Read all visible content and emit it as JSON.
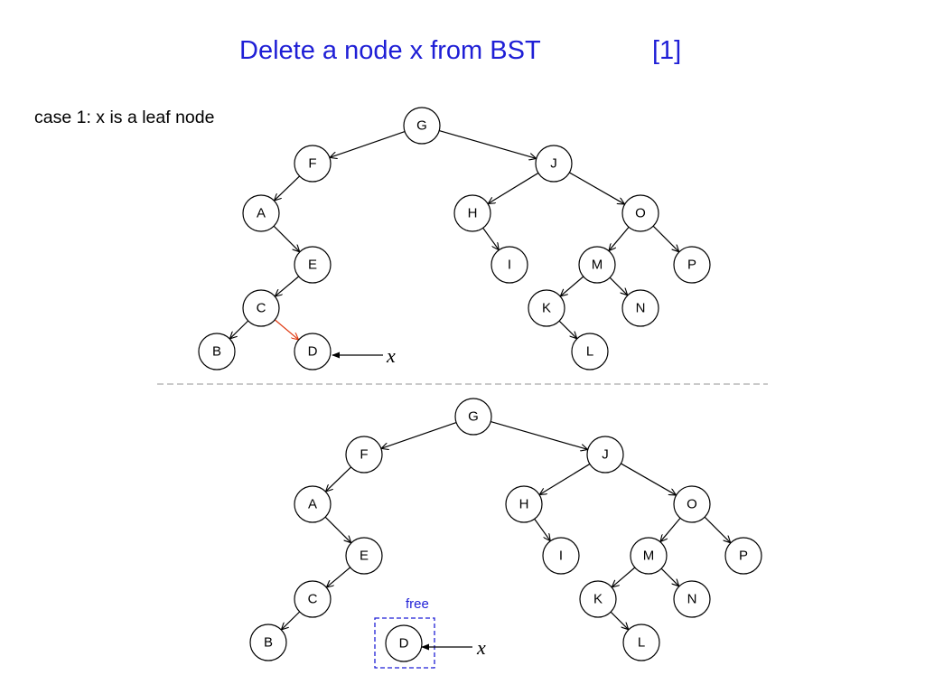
{
  "title": {
    "main": "Delete a node x from BST",
    "ref": "[1]"
  },
  "case_label": "case 1: x is a leaf node",
  "colors": {
    "title": "#1f1fd6",
    "highlight": "#e03a12",
    "free_box": "#1f1fd6",
    "separator": "#aaaaaa"
  },
  "pointer_label": "x",
  "free_label": "free",
  "trees": [
    {
      "name": "before",
      "nodes": [
        {
          "id": "G",
          "label": "G"
        },
        {
          "id": "F",
          "label": "F"
        },
        {
          "id": "J",
          "label": "J"
        },
        {
          "id": "A",
          "label": "A"
        },
        {
          "id": "H",
          "label": "H"
        },
        {
          "id": "O",
          "label": "O"
        },
        {
          "id": "E",
          "label": "E"
        },
        {
          "id": "I",
          "label": "I"
        },
        {
          "id": "M",
          "label": "M"
        },
        {
          "id": "P",
          "label": "P"
        },
        {
          "id": "C",
          "label": "C"
        },
        {
          "id": "K",
          "label": "K"
        },
        {
          "id": "N",
          "label": "N"
        },
        {
          "id": "B",
          "label": "B"
        },
        {
          "id": "D",
          "label": "D",
          "highlight": true
        },
        {
          "id": "L",
          "label": "L"
        }
      ],
      "edges": [
        [
          "G",
          "F"
        ],
        [
          "G",
          "J"
        ],
        [
          "F",
          "A"
        ],
        [
          "A",
          "E"
        ],
        [
          "E",
          "C"
        ],
        [
          "C",
          "B"
        ],
        [
          "C",
          "D",
          true
        ],
        [
          "J",
          "H"
        ],
        [
          "J",
          "O"
        ],
        [
          "H",
          "I"
        ],
        [
          "O",
          "M"
        ],
        [
          "O",
          "P"
        ],
        [
          "M",
          "K"
        ],
        [
          "M",
          "N"
        ],
        [
          "K",
          "L"
        ]
      ]
    },
    {
      "name": "after",
      "nodes": [
        {
          "id": "G",
          "label": "G"
        },
        {
          "id": "F",
          "label": "F"
        },
        {
          "id": "J",
          "label": "J"
        },
        {
          "id": "A",
          "label": "A"
        },
        {
          "id": "H",
          "label": "H"
        },
        {
          "id": "O",
          "label": "O"
        },
        {
          "id": "E",
          "label": "E"
        },
        {
          "id": "I",
          "label": "I"
        },
        {
          "id": "M",
          "label": "M"
        },
        {
          "id": "P",
          "label": "P"
        },
        {
          "id": "C",
          "label": "C"
        },
        {
          "id": "K",
          "label": "K"
        },
        {
          "id": "N",
          "label": "N"
        },
        {
          "id": "B",
          "label": "B"
        },
        {
          "id": "D",
          "label": "D",
          "highlight": true
        },
        {
          "id": "L",
          "label": "L"
        }
      ],
      "edges": [
        [
          "G",
          "F"
        ],
        [
          "G",
          "J"
        ],
        [
          "F",
          "A"
        ],
        [
          "A",
          "E"
        ],
        [
          "E",
          "C"
        ],
        [
          "C",
          "B"
        ],
        [
          "J",
          "H"
        ],
        [
          "J",
          "O"
        ],
        [
          "H",
          "I"
        ],
        [
          "O",
          "M"
        ],
        [
          "O",
          "P"
        ],
        [
          "M",
          "K"
        ],
        [
          "M",
          "N"
        ],
        [
          "K",
          "L"
        ]
      ]
    }
  ]
}
